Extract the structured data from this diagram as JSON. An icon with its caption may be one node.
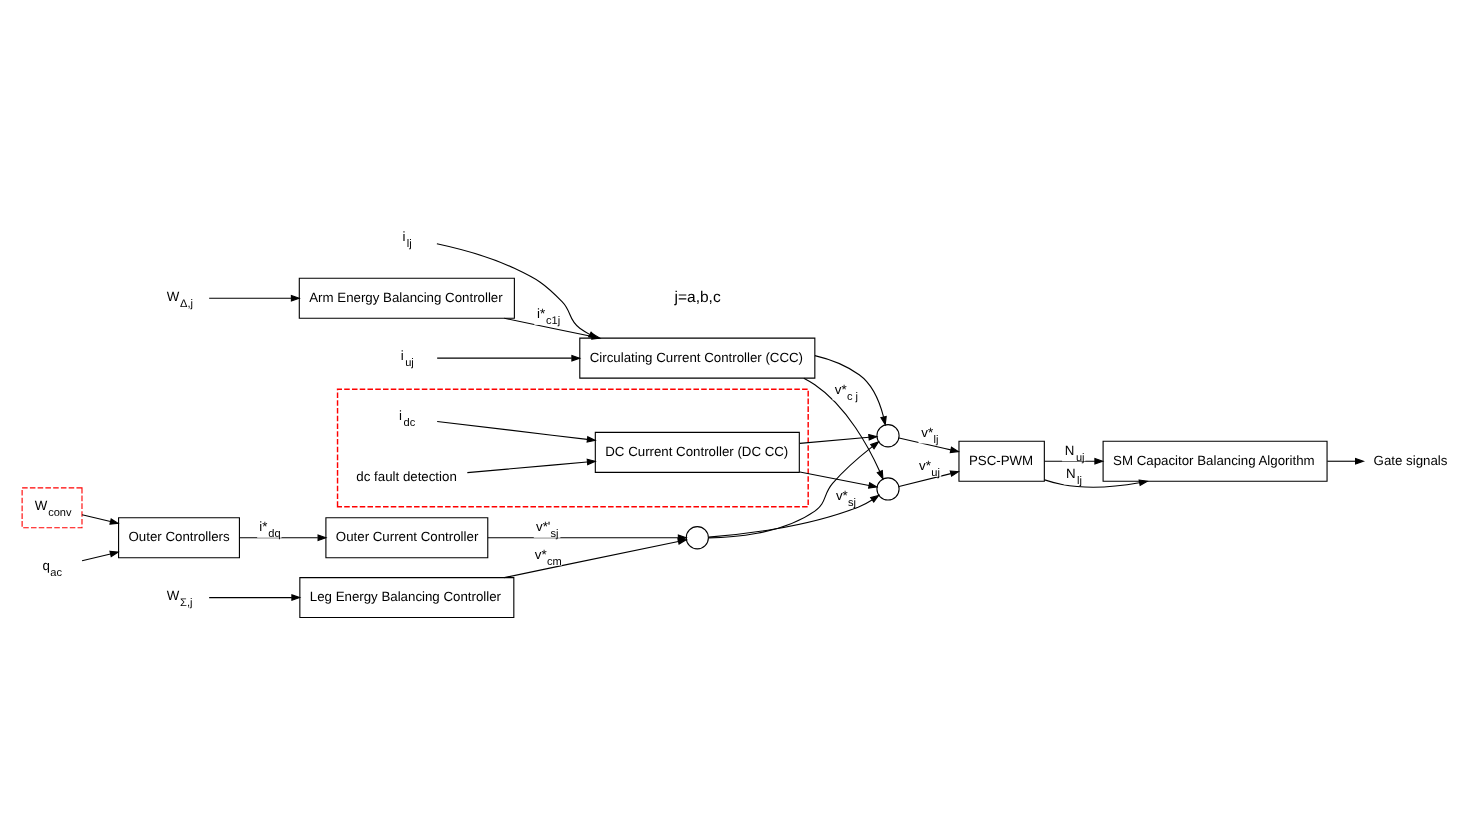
{
  "diagram": {
    "nodes": [
      {
        "text": [
          "Arm Energy Balancing Controller"
        ]
      },
      {
        "text": [
          "Circulating Current Controller (CCC)"
        ]
      },
      {
        "text": [],
        "shape": "box"
      },
      {
        "text": [
          "DC Current Controller (DC CC)"
        ],
        "in": 2
      },
      {
        "text": [
          "Outer Controllers"
        ]
      },
      {
        "text": [
          "Outer Current Controller"
        ]
      },
      {
        "text": [
          "Leg Energy Balancing Controller"
        ]
      },
      {
        "text": [],
        "shape": "circle"
      },
      {
        "text": [],
        "shape": "circle"
      },
      {
        "text": [],
        "shape": "circle"
      },
      {
        "text": [
          "PSC-PWM"
        ]
      },
      {
        "text": [
          "SM Capacitor Balancing Algorithm"
        ]
      },
      {
        "text": [
          "W$_{Δ,j}$"
        ]
      },
      {
        "text": [
          "i$_{uj}$"
        ]
      },
      {
        "text": [
          "i$_{lj}$"
        ]
      },
      {
        "text": [
          "i$_{dc}$"
        ],
        "in": 2
      },
      {
        "text": [
          "dc fault detection"
        ],
        "in": 2
      },
      {
        "text": [
          "W$_{conv}$"
        ]
      },
      {
        "text": [
          "q$_{ac}$"
        ]
      },
      {
        "text": [
          "W$_{Σ,j}$"
        ]
      },
      {
        "text": [
          "Gate signals"
        ]
      }
    ],
    "edges": [
      {
        "from": 12,
        "to": 0,
        "arrow": "to"
      },
      {
        "from": 0,
        "to": 1,
        "arrow": "to",
        "label": "i*$_{c1j}$"
      },
      {
        "from": 13,
        "to": 1,
        "arrow": "to"
      },
      {
        "from": 14,
        "to": 1,
        "arrow": "to"
      },
      {
        "from": 1,
        "to": 7,
        "arrow": "to",
        "label": "v*$_{c j}$"
      },
      {
        "from": 1,
        "to": 8,
        "arrow": "to"
      },
      {
        "from": 15,
        "to": 3,
        "arrow": "to"
      },
      {
        "from": 16,
        "to": 3,
        "arrow": "to"
      },
      {
        "from": 3,
        "to": 7,
        "arrow": "to"
      },
      {
        "from": 3,
        "to": 8,
        "arrow": "to"
      },
      {
        "from": 17,
        "to": 4,
        "arrow": "to"
      },
      {
        "from": 18,
        "to": 4,
        "arrow": "to"
      },
      {
        "from": 4,
        "to": 5,
        "arrow": "to",
        "label": "i*$_{dq}$"
      },
      {
        "from": 5,
        "to": 9,
        "arrow": "to",
        "label": "v*'$_{sj}$"
      },
      {
        "from": 19,
        "to": 6,
        "arrow": "to"
      },
      {
        "from": 6,
        "to": 9,
        "arrow": "to",
        "label": "v*$_{cm}$"
      },
      {
        "from": 9,
        "to": 7,
        "arrow": "to",
        "label": "v*$_{sj}$"
      },
      {
        "from": 9,
        "to": 8,
        "arrow": "to"
      },
      {
        "from": 7,
        "to": 10,
        "arrow": "to",
        "label": "v*$_{uj}$"
      },
      {
        "from": 8,
        "to": 10,
        "arrow": "to",
        "label": "v*$_{lj}$"
      },
      {
        "from": 10,
        "to": 11,
        "arrow": "to",
        "label": "N$_{uj}$"
      },
      {
        "from": 10,
        "to": 11,
        "arrow": "to",
        "label": "N$_{lj}$"
      },
      {
        "from": 11,
        "to": 20,
        "arrow": "to"
      }
    ],
    "labels": [
      "j=a,b,c"
    ]
  }
}
